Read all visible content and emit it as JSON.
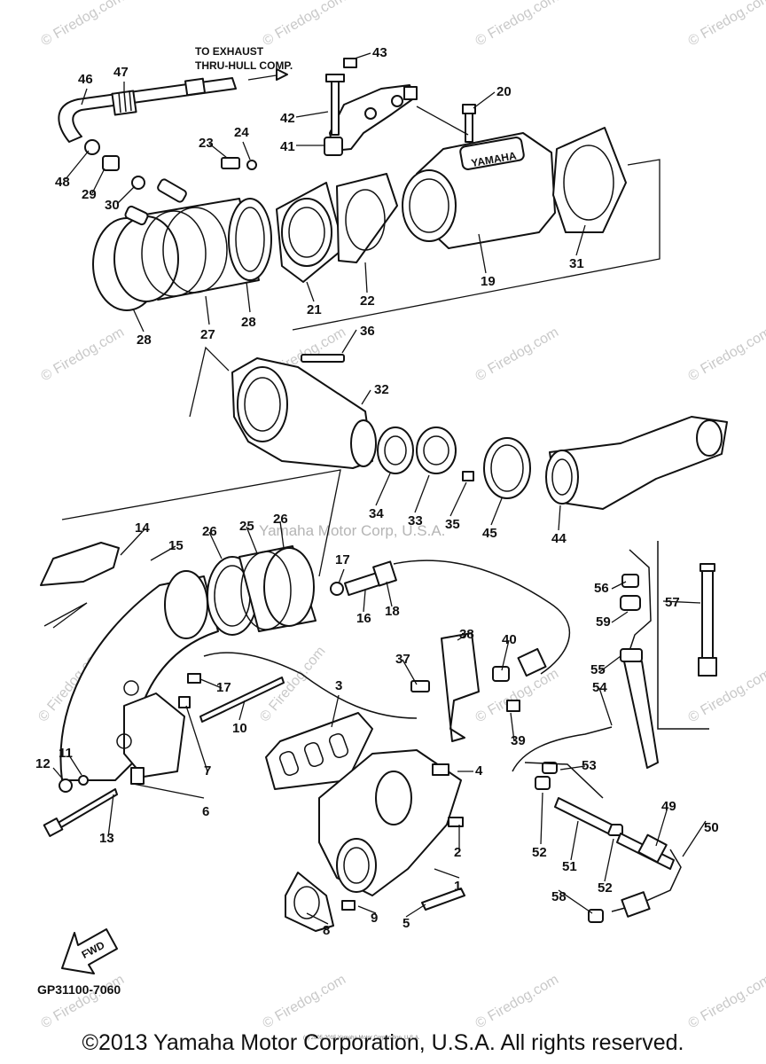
{
  "note": {
    "line1": "TO EXHAUST",
    "line2": "THRU-HULL COMP."
  },
  "watermark": "© Firedog.com",
  "center_watermark": "Yamaha Motor Corp, U.S.A.",
  "fwd_label": "FWD",
  "logo": "YAMAHA",
  "diagram_code": "GP31100-7060",
  "tiny_copyright": "(c) 2005-2015 Yamaha Motor Corporation, U.S.A.",
  "copyright": "©2013 Yamaha Motor Corporation, U.S.A. All rights reserved.",
  "callouts": [
    "46",
    "47",
    "43",
    "20",
    "42",
    "41",
    "23",
    "24",
    "48",
    "29",
    "30",
    "28",
    "27",
    "28",
    "21",
    "22",
    "19",
    "31",
    "36",
    "32",
    "34",
    "33",
    "35",
    "45",
    "44",
    "14",
    "15",
    "26",
    "25",
    "26",
    "17",
    "16",
    "18",
    "56",
    "57",
    "59",
    "38",
    "40",
    "37",
    "55",
    "54",
    "17",
    "3",
    "10",
    "39",
    "12",
    "11",
    "7",
    "6",
    "4",
    "53",
    "13",
    "49",
    "50",
    "52",
    "51",
    "52",
    "2",
    "1",
    "58",
    "9",
    "5",
    "8"
  ]
}
